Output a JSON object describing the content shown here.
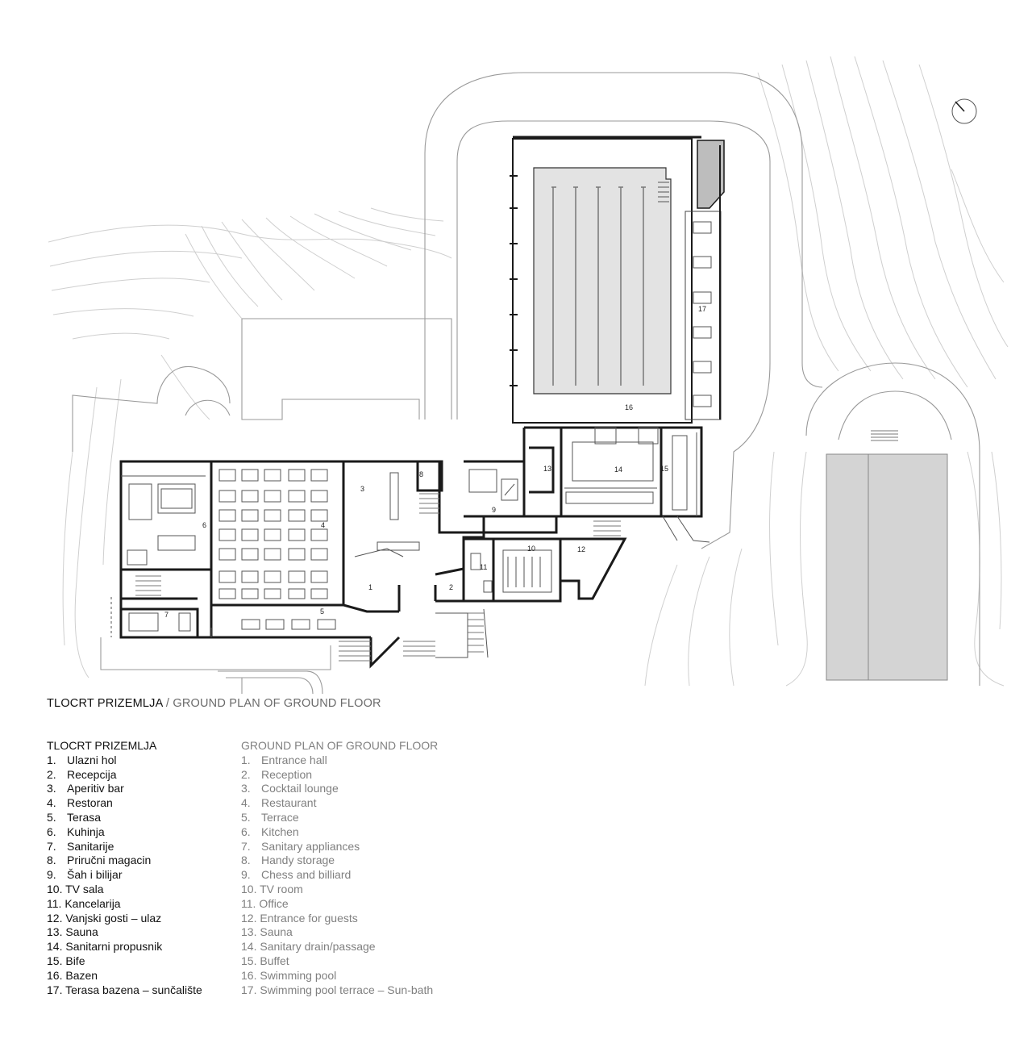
{
  "caption": {
    "local": "TLOCRT PRIZEMLJA",
    "separator": " / ",
    "english": "GROUND PLAN OF GROUND FLOOR"
  },
  "legend_local": {
    "title": "TLOCRT PRIZEMLJA",
    "items": [
      {
        "num": "1.",
        "label": "Ulazni hol"
      },
      {
        "num": "2.",
        "label": "Recepcija"
      },
      {
        "num": "3.",
        "label": "Aperitiv bar"
      },
      {
        "num": "4.",
        "label": "Restoran"
      },
      {
        "num": "5.",
        "label": "Terasa"
      },
      {
        "num": "6.",
        "label": "Kuhinja"
      },
      {
        "num": "7.",
        "label": "Sanitarije"
      },
      {
        "num": "8.",
        "label": "Priručni magacin"
      },
      {
        "num": "9.",
        "label": "Šah i bilijar"
      },
      {
        "num": "10.",
        "label": "TV sala"
      },
      {
        "num": "11.",
        "label": "Kancelarija"
      },
      {
        "num": "12.",
        "label": "Vanjski gosti – ulaz"
      },
      {
        "num": "13.",
        "label": "Sauna"
      },
      {
        "num": "14.",
        "label": "Sanitarni propusnik"
      },
      {
        "num": "15.",
        "label": "Bife"
      },
      {
        "num": "16.",
        "label": "Bazen"
      },
      {
        "num": "17.",
        "label": "Terasa bazena – sunčalište"
      }
    ]
  },
  "legend_english": {
    "title": "GROUND PLAN OF GROUND FLOOR",
    "items": [
      {
        "num": "1.",
        "label": "Entrance hall"
      },
      {
        "num": "2.",
        "label": "Reception"
      },
      {
        "num": "3.",
        "label": "Cocktail lounge"
      },
      {
        "num": "4.",
        "label": "Restaurant"
      },
      {
        "num": "5.",
        "label": "Terrace"
      },
      {
        "num": "6.",
        "label": "Kitchen"
      },
      {
        "num": "7.",
        "label": "Sanitary appliances"
      },
      {
        "num": "8.",
        "label": "Handy storage"
      },
      {
        "num": "9.",
        "label": "Chess and billiard"
      },
      {
        "num": "10.",
        "label": "TV room"
      },
      {
        "num": "11.",
        "label": "Office"
      },
      {
        "num": "12.",
        "label": "Entrance for guests"
      },
      {
        "num": "13.",
        "label": "Sauna"
      },
      {
        "num": "14.",
        "label": "Sanitary drain/passage"
      },
      {
        "num": "15.",
        "label": "Buffet"
      },
      {
        "num": "16.",
        "label": "Swimming pool"
      },
      {
        "num": "17.",
        "label": "Swimming pool terrace – Sun-bath"
      }
    ]
  },
  "room_labels": [
    "1",
    "2",
    "3",
    "4",
    "5",
    "6",
    "7",
    "8",
    "9",
    "10",
    "11",
    "12",
    "13",
    "14",
    "15",
    "16",
    "17"
  ],
  "colors": {
    "wall": "#1a1a1a",
    "thin_line": "#9a9a9a",
    "contour": "#c8c8c8",
    "pool_fill": "#e3e3e3",
    "tennis_fill": "#d4d4d4",
    "legend_english": "#808080"
  },
  "icons": {
    "north_arrow": "north-arrow-icon"
  }
}
